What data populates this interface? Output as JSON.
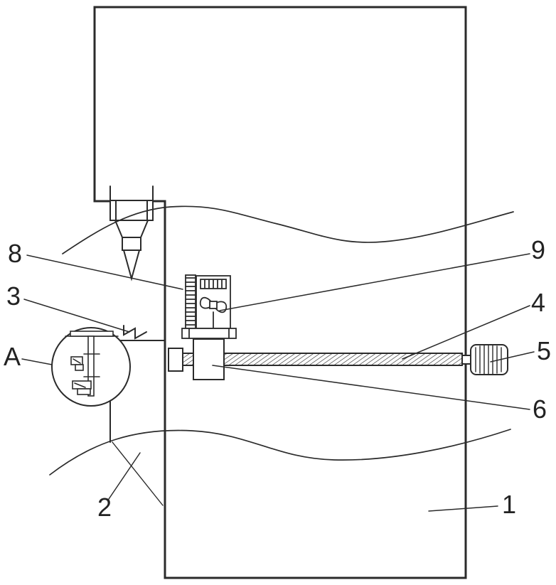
{
  "figure": {
    "background_color": "#ffffff",
    "line_color": "#2b2b2b",
    "labels": {
      "l1": "1",
      "l2": "2",
      "l3": "3",
      "l4": "4",
      "l5": "5",
      "l6": "6",
      "l8": "8",
      "l9": "9",
      "lA": "A"
    }
  }
}
